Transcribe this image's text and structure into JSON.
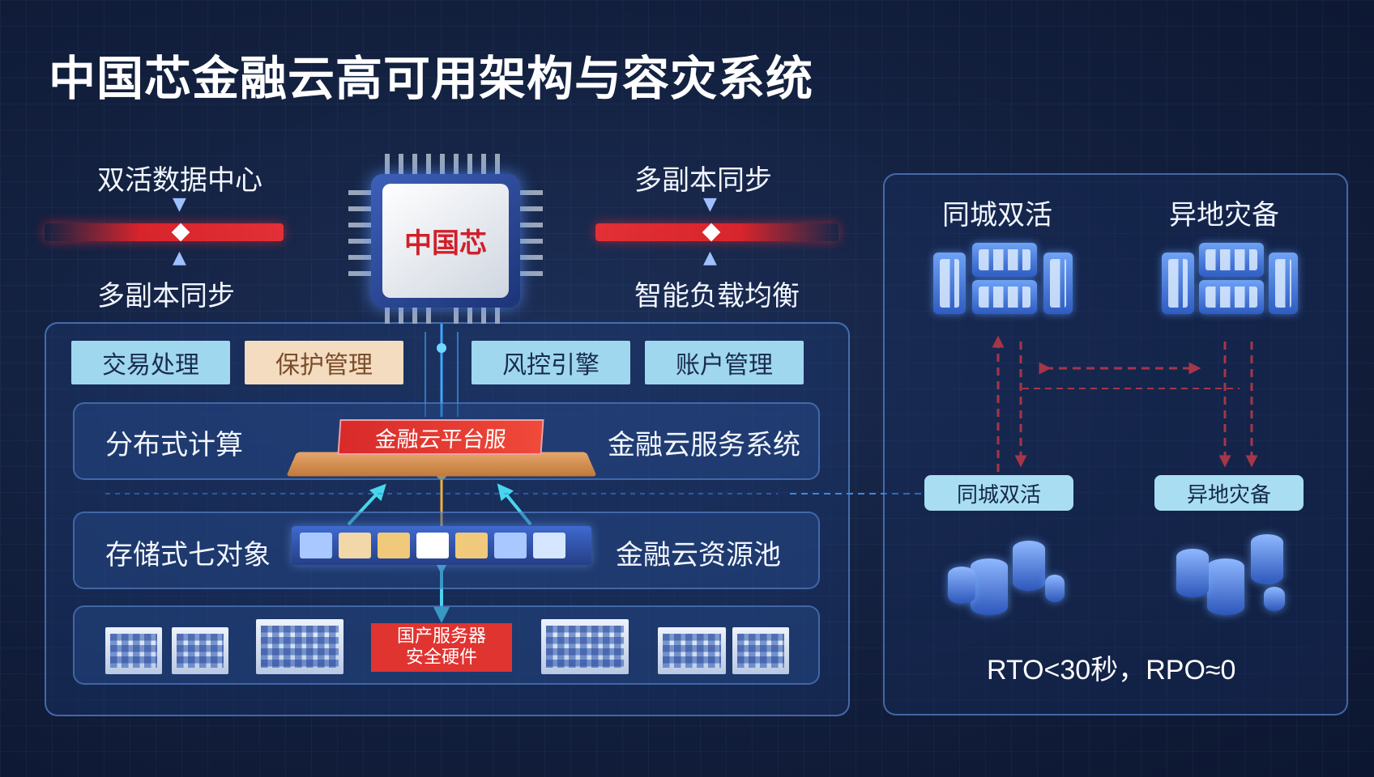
{
  "title": "中国芯金融云高可用架构与容灾系统",
  "top_labels": {
    "left_top": "双活数据中心",
    "left_bottom": "多副本同步",
    "right_top": "多副本同步",
    "right_bottom": "智能负载均衡"
  },
  "chip_label": "中国芯",
  "services": [
    "交易处理",
    "保护管理",
    "风控引擎",
    "账户管理"
  ],
  "layers": {
    "compute_left": "分布式计算",
    "platform_banner": "金融云平台服",
    "compute_right": "金融云服务系统",
    "storage_left": "存储式七对象",
    "storage_right": "金融云资源池"
  },
  "server_tag": {
    "line1": "国产服务器",
    "line2": "安全硬件"
  },
  "right_panel": {
    "head_left": "同城双活",
    "head_right": "异地灾备",
    "badge_left": "同城双活",
    "badge_right": "异地灾备",
    "metric": "RTO<30秒，RPO≈0"
  },
  "colors": {
    "accent_red": "#e03431",
    "service_blue": "#9fd7ef",
    "service_peach": "#f3dcc0",
    "panel_border": "#6ea0f0"
  },
  "icons": [
    "chip-icon",
    "server-rack-icon",
    "database-icon",
    "building-icon"
  ]
}
